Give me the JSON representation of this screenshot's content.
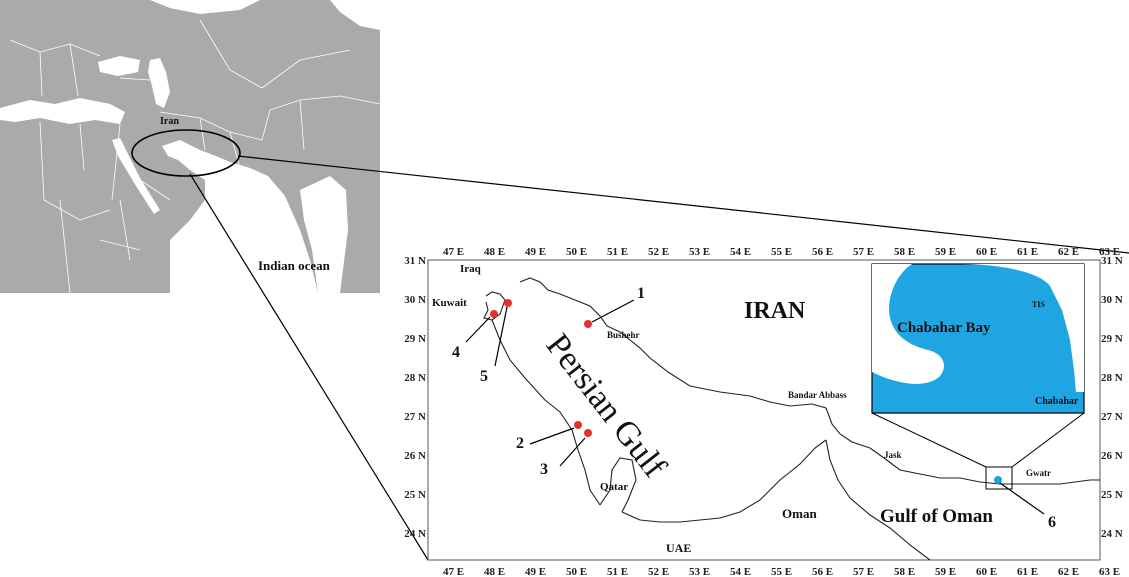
{
  "world_map": {
    "labels": {
      "iran": "Iran",
      "ocean": "Indian ocean"
    }
  },
  "detail_map": {
    "lon_ticks": [
      "47 E",
      "48 E",
      "49 E",
      "50 E",
      "51 E",
      "52 E",
      "53 E",
      "54 E",
      "55 E",
      "56 E",
      "57 E",
      "58 E",
      "59 E",
      "60 E",
      "61 E",
      "62 E",
      "63 E"
    ],
    "lat_ticks": [
      "31 N",
      "30 N",
      "29 N",
      "28 N",
      "27 N",
      "26 N",
      "25 N",
      "24 N"
    ],
    "labels": {
      "iraq": "Iraq",
      "kuwait": "Kuwait",
      "iran": "IRAN",
      "persian_gulf": "Persian Gulf",
      "bushehr": "Bushehr",
      "bandar_abbass": "Bandar Abbass",
      "jask": "Jask",
      "gwatr": "Gwatr",
      "qatar": "Qatar",
      "uae": "UAE",
      "oman": "Oman",
      "gulf_of_oman": "Gulf of Oman"
    },
    "stations": [
      "1",
      "2",
      "3",
      "4",
      "5",
      "6"
    ],
    "colors": {
      "station": "#e53030",
      "station6": "#1aa0df",
      "water": "#1ea5e2",
      "land": "#aaaaaa"
    }
  },
  "inset": {
    "title": "Chabahar Bay",
    "labels": {
      "tis": "TIS",
      "chabahar": "Chabahar"
    }
  }
}
